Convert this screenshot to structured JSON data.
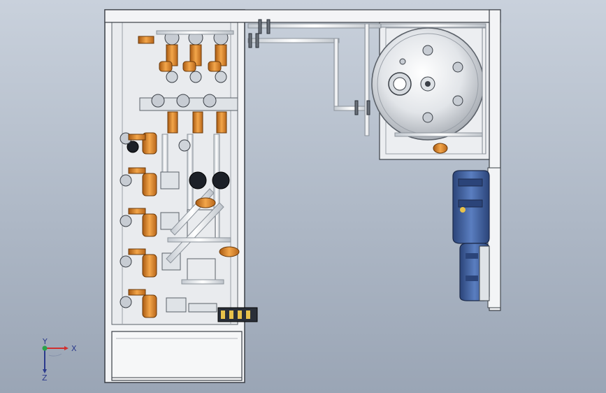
{
  "view": {
    "axes": {
      "x_label": "X",
      "y_label": "Y",
      "z_label": "Z"
    },
    "colors": {
      "background_top": "#c9d1dc",
      "background_bottom": "#9aa5b5",
      "frame": "#f2f4f6",
      "frame_edge": "#3a3f46",
      "pipe": "#e9edf1",
      "valve_orange": "#e0892a",
      "pump_blue": "#3f5f9a",
      "motor_dark": "#2a2f38",
      "vessel": "#e4e6e9"
    },
    "components": {
      "frame": "skid-frame",
      "vessel": "tank-vessel",
      "pumps": [
        "pump-upper",
        "pump-lower"
      ],
      "valve_stacks": 5,
      "top_valves": 3
    }
  }
}
